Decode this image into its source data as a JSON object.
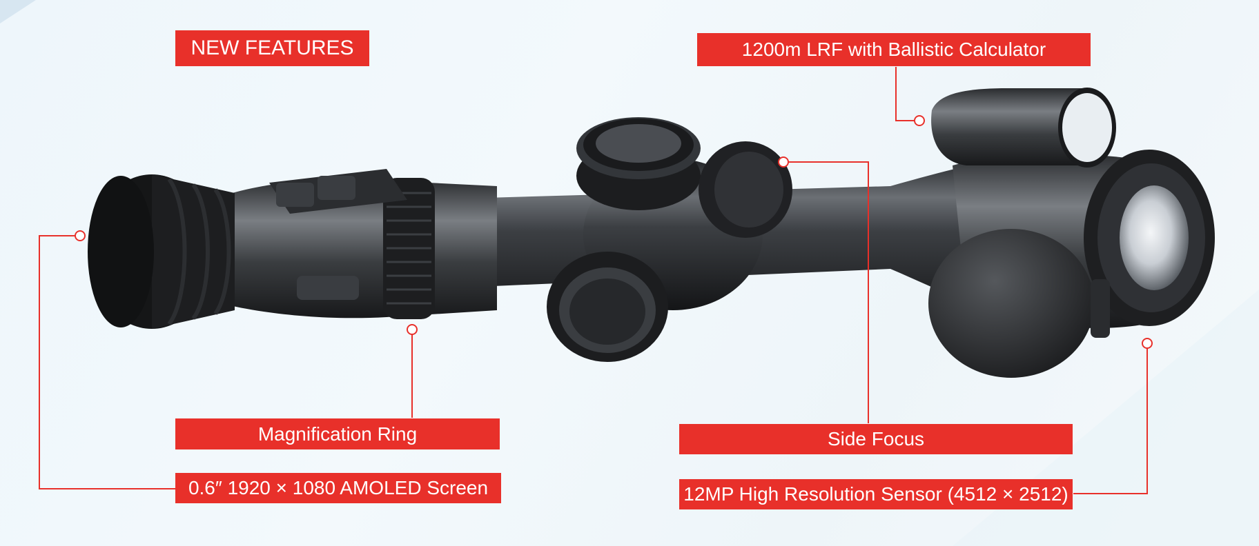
{
  "header": {
    "title": "NEW FEATURES"
  },
  "callouts": {
    "lrf": "1200m LRF with Ballistic Calculator",
    "magnification": "Magnification Ring",
    "screen": "0.6″ 1920 × 1080 AMOLED Screen",
    "side_focus": "Side Focus",
    "sensor": "12MP High Resolution Sensor (4512 × 2512)"
  },
  "colors": {
    "accent": "#e8302a",
    "body": "#2b2d30",
    "background": "#f0f7fb"
  },
  "icons": {
    "product": "thermal-rifle-scope"
  }
}
